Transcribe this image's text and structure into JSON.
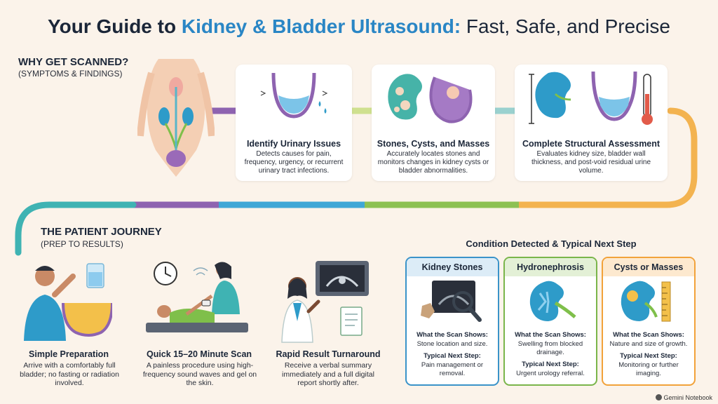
{
  "title": {
    "part1": "Your Guide to ",
    "highlight": "Kidney & Bladder Ultrasound:",
    "part2": " Fast, Safe, and Precise"
  },
  "why_section": {
    "heading": "WHY GET SCANNED?",
    "subheading": "(SYMPTOMS & FINDINGS)",
    "cards": [
      {
        "title": "Identify Urinary Issues",
        "desc": "Detects causes for pain, frequency, urgency, or recurrent urinary tract infections."
      },
      {
        "title": "Stones, Cysts, and Masses",
        "desc": "Accurately locates stones and monitors changes in kidney cysts or bladder abnormalities."
      },
      {
        "title": "Complete Structural Assessment",
        "desc": "Evaluates kidney size, bladder wall thickness, and post-void residual urine volume."
      }
    ]
  },
  "journey_section": {
    "heading": "THE PATIENT JOURNEY",
    "subheading": "(PREP TO RESULTS)",
    "steps": [
      {
        "title": "Simple Preparation",
        "desc": "Arrive with a comfortably full bladder; no fasting or radiation involved."
      },
      {
        "title": "Quick 15–20 Minute Scan",
        "desc": "A painless procedure using high-frequency sound waves and gel on the skin."
      },
      {
        "title": "Rapid Result Turnaround",
        "desc": "Receive a verbal summary immediately and a full digital report shortly after."
      }
    ]
  },
  "conditions_section": {
    "heading": "Condition Detected & Typical Next Step",
    "shows_label": "What the Scan Shows:",
    "next_label": "Typical Next Step:",
    "items": [
      {
        "name": "Kidney Stones",
        "shows": "Stone location and size.",
        "next": "Pain management or removal.",
        "color": "#3a93c9",
        "head_bg": "#dcecf7"
      },
      {
        "name": "Hydronephrosis",
        "shows": "Swelling from blocked drainage.",
        "next": "Urgent urology referral.",
        "color": "#7ab54a",
        "head_bg": "#e3f0d6"
      },
      {
        "name": "Cysts or Masses",
        "shows": "Nature and size of growth.",
        "next": "Monitoring or further imaging.",
        "color": "#f2a23a",
        "head_bg": "#fde9cf"
      }
    ]
  },
  "footer": {
    "brand": "Gemini Notebook"
  },
  "colors": {
    "accent_blue": "#2a86c5",
    "purple": "#8e63b0",
    "green": "#8dc153",
    "orange": "#f3b350",
    "teal": "#3fb3b3"
  }
}
